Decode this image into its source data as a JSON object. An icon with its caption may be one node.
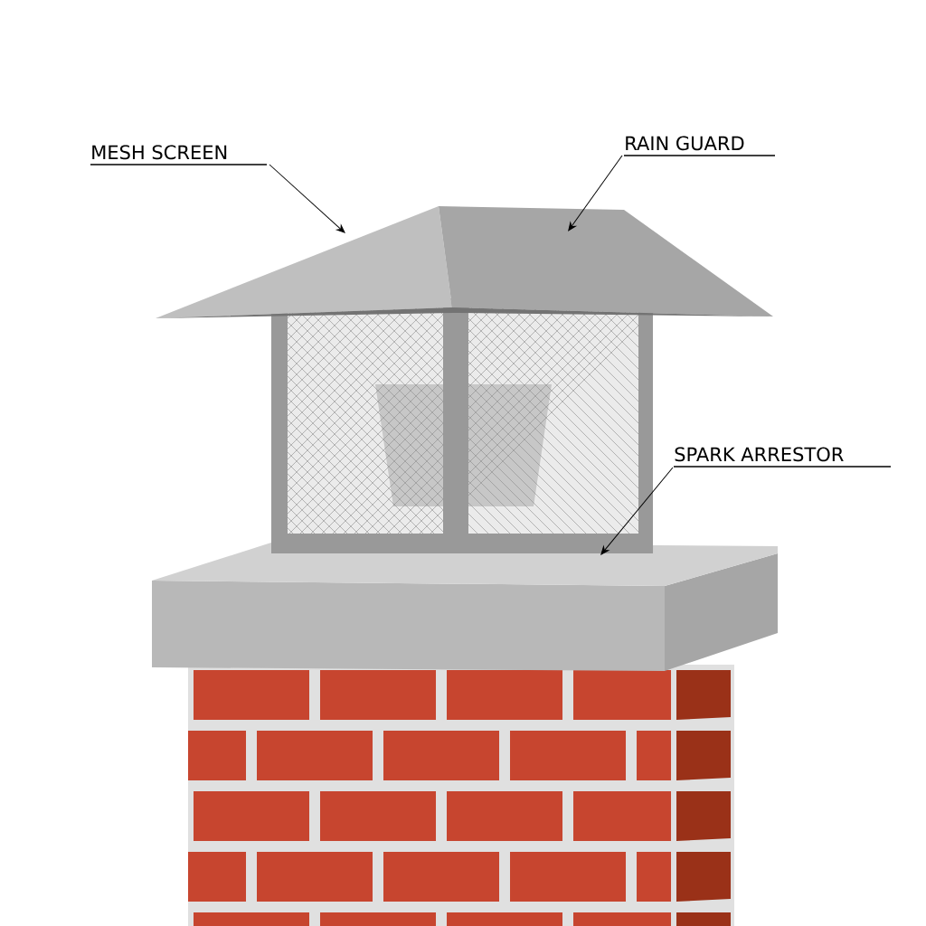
{
  "diagram": {
    "nodes": [
      {
        "text": [
          "MESH SCREEN"
        ]
      },
      {
        "text": [
          "RAIN GUARD"
        ]
      },
      {
        "text": [
          "SPARK ARRESTOR"
        ]
      }
    ],
    "edges": [
      {
        "from": 0,
        "to": null,
        "arrow": "to"
      },
      {
        "from": 1,
        "to": null,
        "arrow": "to"
      },
      {
        "from": 2,
        "to": null,
        "arrow": "to"
      }
    ]
  }
}
